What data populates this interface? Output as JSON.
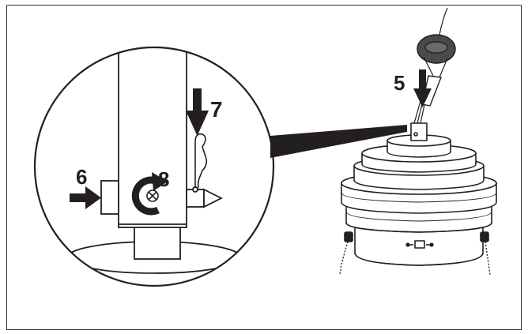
{
  "figure": {
    "steps": [
      {
        "id": "step-5",
        "label": "5"
      },
      {
        "id": "step-6",
        "label": "6"
      },
      {
        "id": "step-7",
        "label": "7"
      },
      {
        "id": "step-8",
        "label": "8"
      }
    ],
    "colors": {
      "line": "#231f20",
      "ink": "#231f20",
      "frame": "#333333",
      "fan_cap": "#4a4a4a",
      "background": "#ffffff"
    }
  }
}
